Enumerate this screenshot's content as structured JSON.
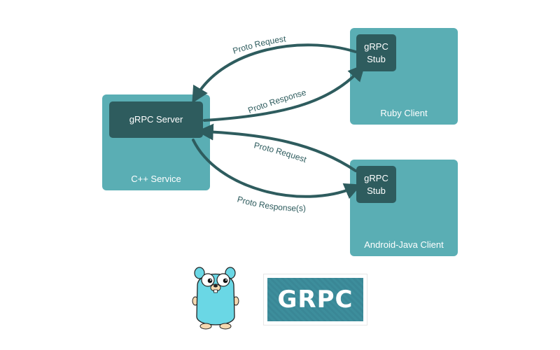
{
  "cpp_service": {
    "inner_label": "gRPC Server",
    "label": "C++ Service"
  },
  "ruby_client": {
    "stub_line1": "gRPC",
    "stub_line2": "Stub",
    "label": "Ruby Client"
  },
  "android_client": {
    "stub_line1": "gRPC",
    "stub_line2": "Stub",
    "label": "Android-Java Client"
  },
  "arrows": {
    "ruby_request": "Proto Request",
    "ruby_response": "Proto Response",
    "android_request": "Proto Request",
    "android_response": "Proto Response(s)"
  },
  "logo": {
    "text": "GRPC",
    "mascot_icon": "gopher-mascot-icon"
  },
  "colors": {
    "box": "#5aaeb4",
    "inner": "#2e5c5e",
    "arrow": "#2e5c5e",
    "logo_bg": "#3d8e9c",
    "gopher": "#6ad7e5"
  }
}
